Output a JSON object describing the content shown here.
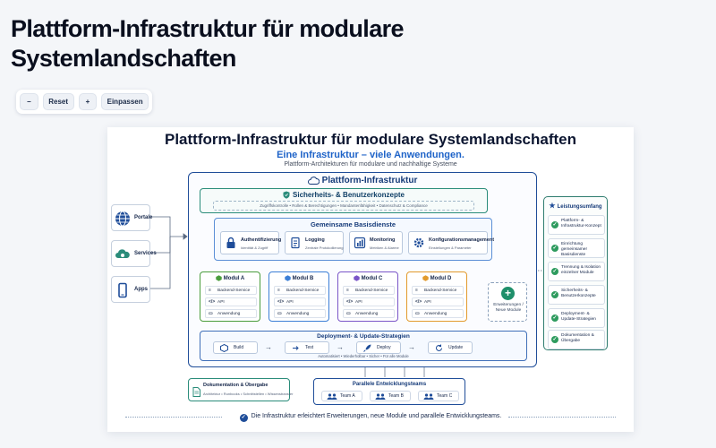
{
  "page": {
    "title": "Plattform-Infrastruktur für modulare Systemlandschaften"
  },
  "toolbar": {
    "zoom_out": "−",
    "reset": "Reset",
    "zoom_in": "+",
    "fit": "Einpassen"
  },
  "diagram": {
    "title": "Plattform-Infrastruktur für modulare Systemlandschaften",
    "subtitle": "Eine Infrastruktur – viele Anwendungen.",
    "subtitle2": "Plattform-Architekturen für modulare und nachhaltige Systeme",
    "platform": {
      "title": "Plattform-Infrastruktur",
      "security": {
        "title": "Sicherheits- & Benutzerkonzepte",
        "items": "Zugriffskontrolle • Rollen & Berechtigungen • Mandantenfähigkeit • Datenschutz & Compliance"
      },
      "shared": {
        "title": "Gemeinsame Basisdienste",
        "services": [
          {
            "name": "Authentifizierung",
            "desc": "Identität & Zugriff"
          },
          {
            "name": "Logging",
            "desc": "Zentrale Protokollierung"
          },
          {
            "name": "Monitoring",
            "desc": "Metriken & Alarme"
          },
          {
            "name": "Konfigurationsmanagement",
            "desc": "Einstellungen & Parameter"
          }
        ]
      },
      "modules": [
        {
          "title": "Modul A",
          "color": "#4a9d3c",
          "rows": [
            "Backend-Service",
            "API",
            "Anwendung"
          ]
        },
        {
          "title": "Modul B",
          "color": "#3c7fd6",
          "rows": [
            "Backend-Service",
            "API",
            "Anwendung"
          ]
        },
        {
          "title": "Modul C",
          "color": "#7a55c8",
          "rows": [
            "Backend-Service",
            "API",
            "Anwendung"
          ]
        },
        {
          "title": "Modul D",
          "color": "#e29a2c",
          "rows": [
            "Backend-Service",
            "API",
            "Anwendung"
          ]
        }
      ],
      "extension": "Erweiterungen / Neue Module",
      "deployment": {
        "title": "Deployment- & Update-Strategien",
        "steps": [
          "Build",
          "Test",
          "Deploy",
          "Update"
        ],
        "footer": "Automatisiert • Wiederholbar • Sicher • Für alle Module"
      }
    },
    "clients": [
      "Portale",
      "Services",
      "Apps"
    ],
    "scope": {
      "title": "Leistungsumfang",
      "items": [
        "Plattform- & Infrastruktur-Konzept",
        "Einrichtung gemeinsamer Basisdienste",
        "Trennung & Isolation einzelner Module",
        "Sicherheits- & Benutzerkonzepte",
        "Deployment- & Update-Strategien",
        "Dokumentation & Übergabe"
      ]
    },
    "documentation": {
      "title": "Dokumentation & Übergabe",
      "desc": "Architektur • Runbooks • Schnittstellen • Wissenstransfer"
    },
    "teams": {
      "title": "Parallele Entwicklungsteams",
      "list": [
        "Team A",
        "Team B",
        "Team C"
      ]
    },
    "footer": "Die Infrastruktur erleichtert Erweiterungen, neue Module und parallele Entwicklungsteams.",
    "colors": {
      "primary": "#1f4d99",
      "accent": "#2a8c7a",
      "success": "#2e9b5e"
    }
  }
}
